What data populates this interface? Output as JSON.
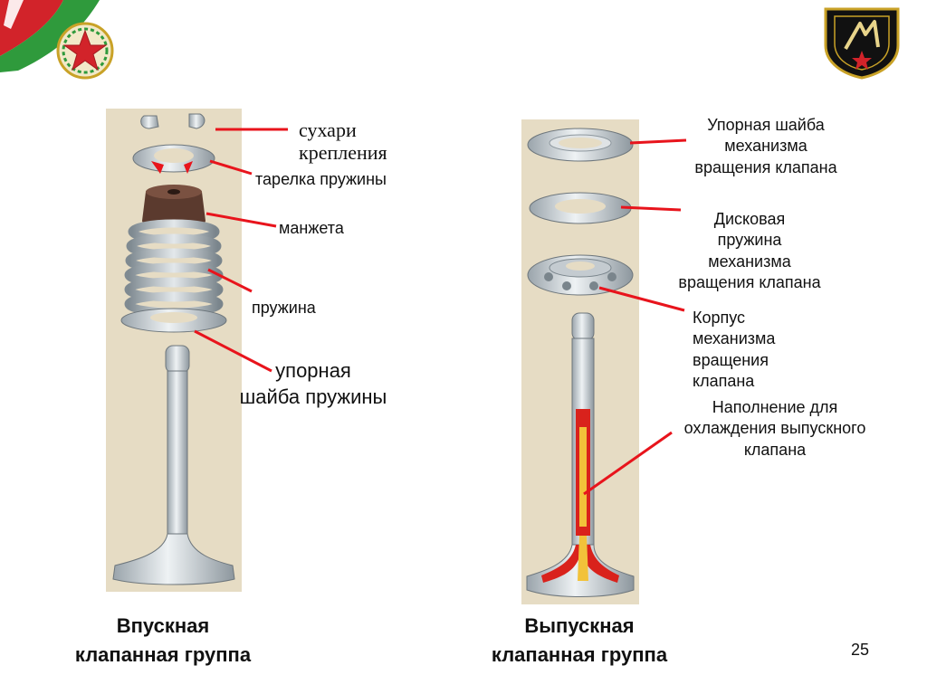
{
  "intake": {
    "labels": {
      "keepers": "сухари\nкрепления",
      "spring_plate": "тарелка пружины",
      "cuff": "манжета",
      "spring": "пружина",
      "thrust_washer": "упорная\nшайба пружины"
    },
    "caption": "Впускная\nклапанная группа"
  },
  "exhaust": {
    "labels": {
      "rotator_washer": "Упорная шайба\nмеханизма\nвращения клапана",
      "disc_spring": "Дисковая\nпружина\nмеханизма\nвращения клапана",
      "rotator_body": "Корпус\nмеханизма\nвращения\nклапана",
      "coolant_fill": "Наполнение для\nохлаждения выпускного\nклапана"
    },
    "caption": "Выпускная\nклапанная группа"
  },
  "page_number": "25",
  "colors": {
    "leader_line": "#e8141c",
    "panel_bg": "#e6dcc4",
    "flag_red": "#d2232a",
    "flag_green": "#2f9a3c",
    "emblem_bg": "#111111",
    "emblem_gold": "#c9a227"
  },
  "icons": {
    "flag": "flag-icon",
    "star_emblem": "star-emblem-icon",
    "school_emblem": "shield-emblem-icon"
  }
}
